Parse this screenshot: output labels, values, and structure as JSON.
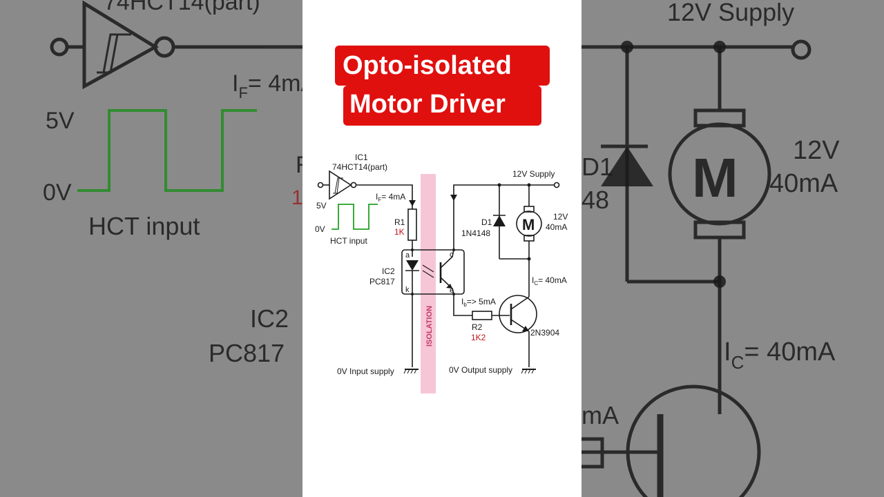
{
  "title": {
    "line1": "Opto-isolated",
    "line2": "Motor Driver"
  },
  "labels": {
    "ic1": "IC1",
    "ic1_part": "74HCT14(part)",
    "if_current": "I",
    "if_sub": "F",
    "if_value": "= 4mA",
    "v5": "5V",
    "v0": "0V",
    "hct_input": "HCT input",
    "r1": "R1",
    "r1_value": "1K",
    "ic2": "IC2",
    "ic2_part": "PC817",
    "anode": "a",
    "cathode": "k",
    "collector": "c",
    "emitter": "e",
    "isolation": "ISOLATION",
    "supply_12v": "12V Supply",
    "d1": "D1",
    "d1_part": "1N4148",
    "motor": "M",
    "motor_v": "12V",
    "motor_i": "40mA",
    "ic_current": "I",
    "ic_sub": "C",
    "ic_value": "= 40mA",
    "ib_current": "I",
    "ib_sub": "b",
    "ib_value": "=> 5mA",
    "r2": "R2",
    "r2_value": "1K2",
    "transistor": "2N3904",
    "input_gnd": "0V Input supply",
    "output_gnd": "0V Output supply"
  },
  "colors": {
    "side_bg": "#8a8a8a",
    "panel_bg": "#ffffff",
    "title_bg": "#e0100f",
    "title_text": "#ffffff",
    "wire": "#1a1a1a",
    "waveform": "#22a022",
    "resistor_value": "#c0141a",
    "isolation_band": "#f7c6d6",
    "isolation_text": "#c23a6a"
  }
}
